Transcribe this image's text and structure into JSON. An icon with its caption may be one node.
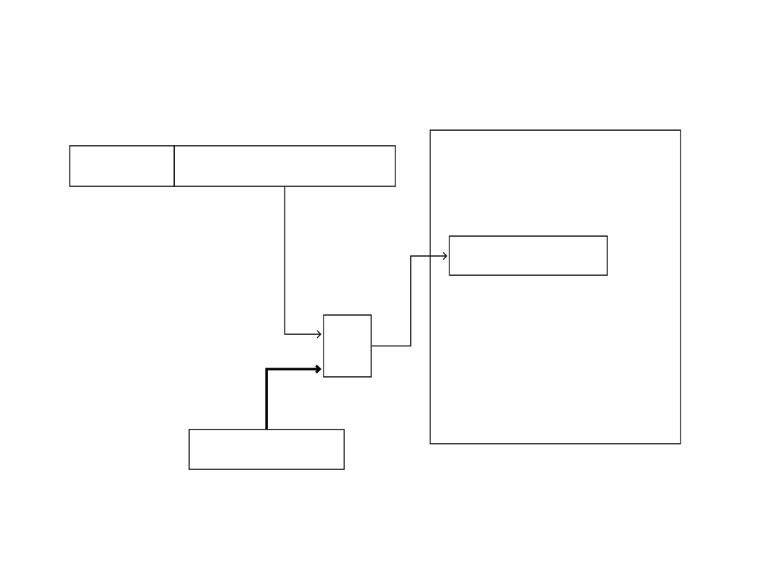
{
  "diagram": {
    "nodes": [
      {
        "text": [],
        "shape": "box"
      },
      {
        "text": [],
        "shape": "box"
      },
      {
        "text": [],
        "shape": "box"
      },
      {
        "text": [],
        "shape": "box",
        "in": 2
      },
      {
        "text": [],
        "shape": "box"
      },
      {
        "text": [],
        "shape": "box"
      }
    ],
    "edges": [
      {
        "from": 1,
        "to": 4,
        "arrow": "to"
      },
      {
        "from": 5,
        "to": 4,
        "arrow": "to",
        "style": "thick"
      },
      {
        "from": 4,
        "to": 3,
        "arrow": "to"
      }
    ]
  }
}
